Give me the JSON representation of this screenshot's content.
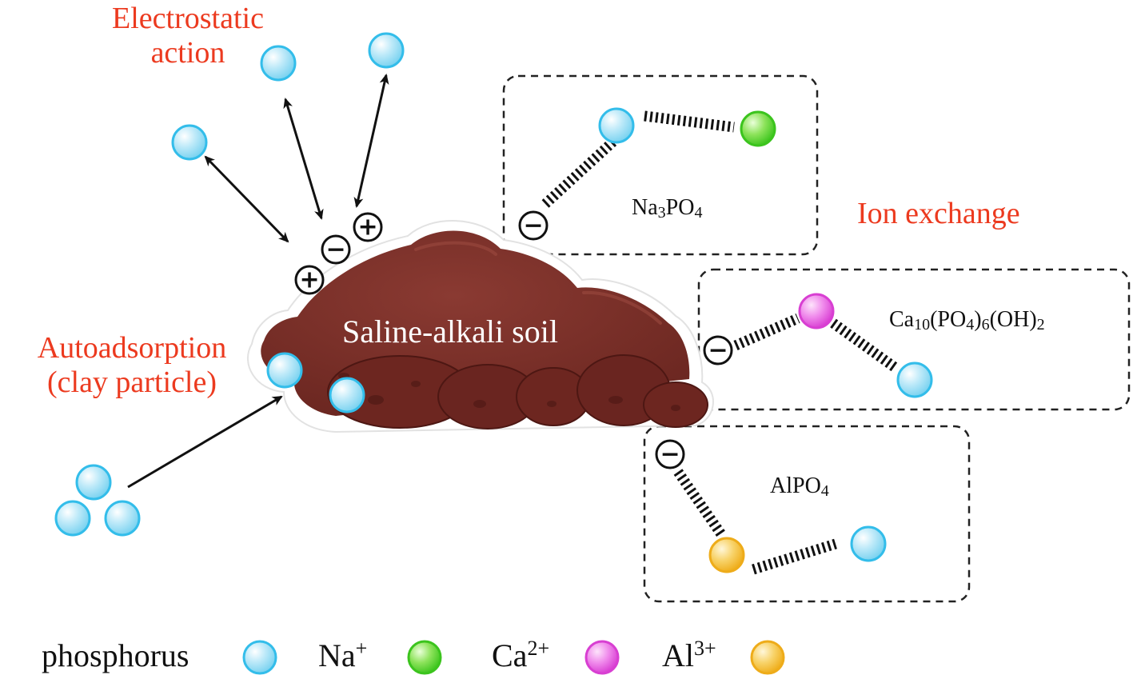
{
  "labels": {
    "electrostatic": [
      "Electrostatic",
      "action"
    ],
    "ion_exchange": "Ion exchange",
    "autoadsorption": [
      "Autoadsorption",
      "(clay particle)"
    ],
    "soil": "Saline-alkali soil"
  },
  "formulas": {
    "na3po4": [
      {
        "t": "Na"
      },
      {
        "t": "3",
        "sub": true
      },
      {
        "t": "PO"
      },
      {
        "t": "4",
        "sub": true
      }
    ],
    "hydroxyapatite": [
      {
        "t": "Ca"
      },
      {
        "t": "10",
        "sub": true
      },
      {
        "t": "(PO"
      },
      {
        "t": "4",
        "sub": true
      },
      {
        "t": ")"
      },
      {
        "t": "6",
        "sub": true
      },
      {
        "t": "(OH)"
      },
      {
        "t": "2",
        "sub": true
      }
    ],
    "alpo4": [
      {
        "t": "AlPO"
      },
      {
        "t": "4",
        "sub": true
      }
    ]
  },
  "charges": {
    "plus": "+",
    "minus": "−"
  },
  "legend": [
    {
      "id": "phosphorus",
      "base": "phosphorus",
      "sup": "",
      "color": "#3fc6ee"
    },
    {
      "id": "na",
      "base": "Na",
      "sup": "+",
      "color": "#4fd63a"
    },
    {
      "id": "ca",
      "base": "Ca",
      "sup": "2+",
      "color": "#e94ee6"
    },
    {
      "id": "al",
      "base": "Al",
      "sup": "3+",
      "color": "#f2ba2c"
    }
  ],
  "colors": {
    "label_red": "#ec3a1f",
    "soil_brown": "#7a2e27",
    "soil_dark": "#5c1f1a",
    "phosphorus": "#3fc6ee",
    "na": "#4fd63a",
    "ca": "#e94ee6",
    "al": "#f2ba2c"
  }
}
